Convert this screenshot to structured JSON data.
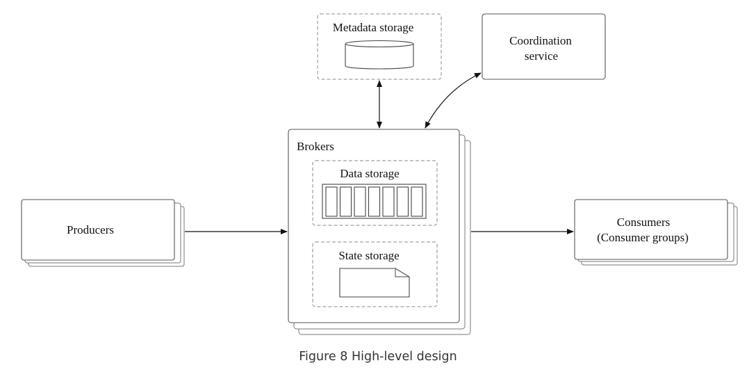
{
  "diagram": {
    "producers": {
      "label": "Producers"
    },
    "brokers": {
      "label": "Brokers",
      "data_storage": {
        "label": "Data storage",
        "segment_count": 7
      },
      "state_storage": {
        "label": "State storage"
      }
    },
    "consumers": {
      "line1": "Consumers",
      "line2": "(Consumer groups)"
    },
    "metadata_storage": {
      "label": "Metadata storage"
    },
    "coordination_service": {
      "line1": "Coordination",
      "line2": "service"
    }
  },
  "caption": "Figure 8 High-level design"
}
